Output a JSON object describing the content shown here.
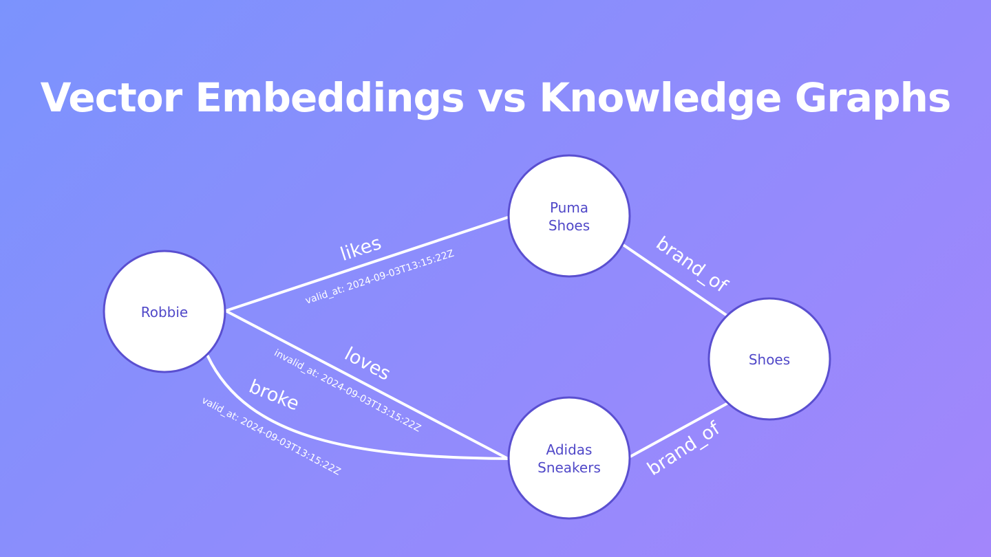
{
  "title": "Vector Embeddings vs Knowledge Graphs",
  "colors": {
    "node_fill": "#ffffff",
    "node_stroke": "#5a4fd0",
    "node_text": "#5048c8",
    "edge": "#ffffff"
  },
  "nodes": {
    "robbie": "Robbie",
    "puma": [
      "Puma",
      "Shoes"
    ],
    "adidas": [
      "Adidas",
      "Sneakers"
    ],
    "shoes": "Shoes"
  },
  "edges": {
    "likes": {
      "label": "likes",
      "meta": "valid_at: 2024-09-03T13:15:22Z"
    },
    "loves": {
      "label": "loves",
      "meta": "invalid_at: 2024-09-03T13:15:22Z"
    },
    "broke": {
      "label": "broke",
      "meta": "valid_at: 2024-09-03T13:15:22Z"
    },
    "puma_brand": {
      "label": "brand_of"
    },
    "adidas_brand": {
      "label": "brand_of"
    }
  }
}
